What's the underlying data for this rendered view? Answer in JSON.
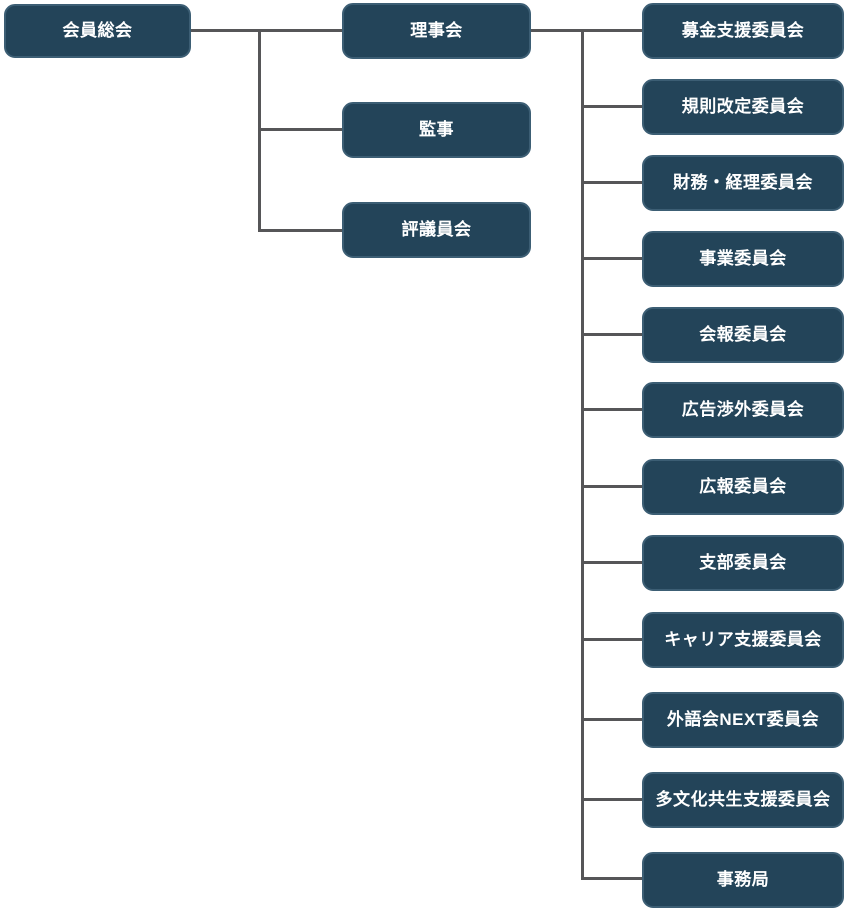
{
  "diagram": {
    "type": "org-chart",
    "title": "",
    "colors": {
      "background": "#FFFFFF",
      "node_fill": "#234459",
      "node_border": "#3C5E74",
      "node_text": "#FFFFFF",
      "connector": "#565658"
    },
    "root": {
      "label": "会員総会"
    },
    "level2": [
      {
        "label": "理事会"
      },
      {
        "label": "監事"
      },
      {
        "label": "評議員会"
      }
    ],
    "committees": [
      {
        "label": "募金支援委員会"
      },
      {
        "label": "規則改定委員会"
      },
      {
        "label": "財務・経理委員会"
      },
      {
        "label": "事業委員会"
      },
      {
        "label": "会報委員会"
      },
      {
        "label": "広告渉外委員会"
      },
      {
        "label": "広報委員会"
      },
      {
        "label": "支部委員会"
      },
      {
        "label": "キャリア支援委員会"
      },
      {
        "label": "外語会NEXT委員会"
      },
      {
        "label": "多文化共生支援委員会"
      },
      {
        "label": "事務局"
      }
    ],
    "edges": {
      "root_children": [
        "理事会",
        "監事",
        "評議員会"
      ],
      "board_children": [
        "募金支援委員会",
        "規則改定委員会",
        "財務・経理委員会",
        "事業委員会",
        "会報委員会",
        "広告渉外委員会",
        "広報委員会",
        "支部委員会",
        "キャリア支援委員会",
        "外語会NEXT委員会",
        "多文化共生支援委員会",
        "事務局"
      ]
    }
  }
}
